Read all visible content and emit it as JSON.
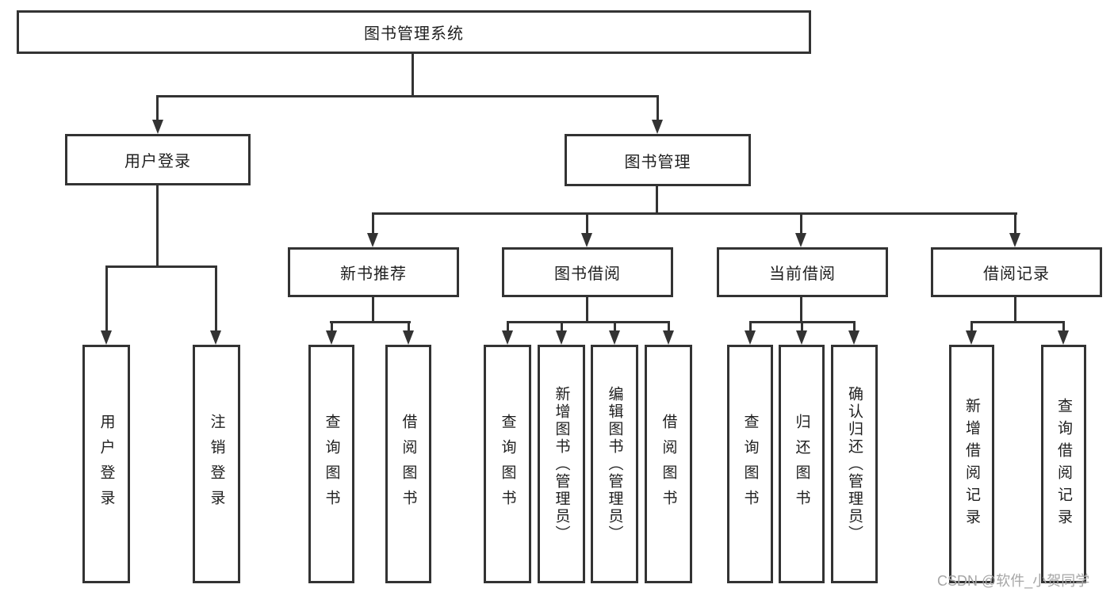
{
  "colors": {
    "line": "#333333",
    "text": "#1f1f1f",
    "watermark": "#a6a6a6"
  },
  "tree": {
    "root": "图书管理系统",
    "branches": [
      {
        "label": "用户登录",
        "children": [
          "用户登录",
          "注销登录"
        ]
      },
      {
        "label": "图书管理",
        "sections": [
          {
            "label": "新书推荐",
            "children": [
              "查询图书",
              "借阅图书"
            ]
          },
          {
            "label": "图书借阅",
            "children": [
              "查询图书",
              "新增图书（管理员）",
              "编辑图书（管理员）",
              "借阅图书"
            ]
          },
          {
            "label": "当前借阅",
            "children": [
              "查询图书",
              "归还图书",
              "确认归还（管理员）"
            ]
          },
          {
            "label": "借阅记录",
            "children": [
              "新增借阅记录",
              "查询借阅记录"
            ]
          }
        ]
      }
    ]
  },
  "watermark": {
    "text": "CSDN @软件_小贺同学"
  }
}
